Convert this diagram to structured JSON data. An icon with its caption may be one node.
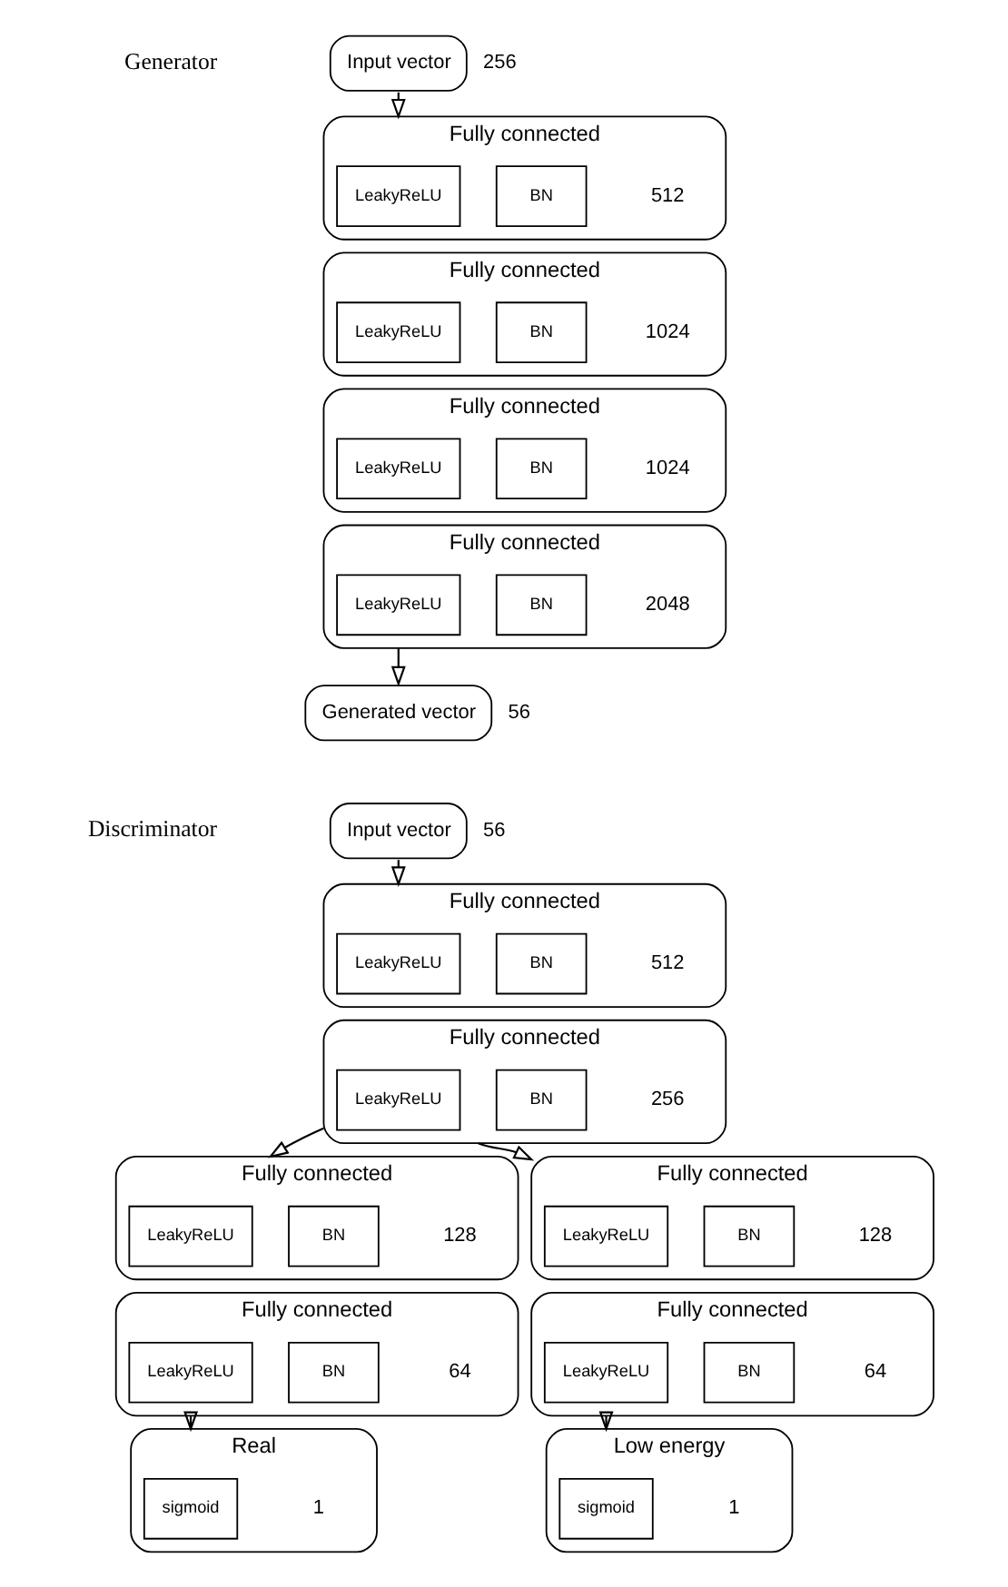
{
  "diagram": {
    "nodes": [
      {
        "text": [
          "Input vector"
        ],
        "beside": [
          "256"
        ]
      },
      {
        "text": [
          "Fully connected"
        ],
        "beside": [
          "512"
        ]
      },
      {
        "text": [
          "LeakyReLU"
        ],
        "in": 1
      },
      {
        "text": [
          "BN"
        ],
        "in": 1
      },
      {
        "text": [
          "Fully connected"
        ],
        "beside": [
          "1024"
        ]
      },
      {
        "text": [
          "LeakyReLU"
        ],
        "in": 4
      },
      {
        "text": [
          "BN"
        ],
        "in": 4
      },
      {
        "text": [
          "Fully connected"
        ],
        "beside": [
          "1024"
        ]
      },
      {
        "text": [
          "LeakyReLU"
        ],
        "in": 7
      },
      {
        "text": [
          "BN"
        ],
        "in": 7
      },
      {
        "text": [
          "Fully connected"
        ],
        "beside": [
          "2048"
        ]
      },
      {
        "text": [
          "LeakyReLU"
        ],
        "in": 10
      },
      {
        "text": [
          "BN"
        ],
        "in": 10
      },
      {
        "text": [
          "Generated vector"
        ],
        "beside": [
          "56"
        ]
      },
      {
        "text": [
          "Input vector"
        ],
        "beside": [
          "56"
        ]
      },
      {
        "text": [
          "Fully connected"
        ],
        "beside": [
          "512"
        ]
      },
      {
        "text": [
          "LeakyReLU"
        ],
        "in": 15
      },
      {
        "text": [
          "BN"
        ],
        "in": 15
      },
      {
        "text": [
          "Fully connected"
        ],
        "beside": [
          "256"
        ]
      },
      {
        "text": [
          "LeakyReLU"
        ],
        "in": 18
      },
      {
        "text": [
          "BN"
        ],
        "in": 18
      },
      {
        "text": [
          "Fully connected"
        ],
        "beside": [
          "128"
        ]
      },
      {
        "text": [
          "LeakyReLU"
        ],
        "in": 21
      },
      {
        "text": [
          "BN"
        ],
        "in": 21
      },
      {
        "text": [
          "Fully connected"
        ],
        "beside": [
          "128"
        ]
      },
      {
        "text": [
          "LeakyReLU"
        ],
        "in": 24
      },
      {
        "text": [
          "BN"
        ],
        "in": 24
      },
      {
        "text": [
          "Fully connected"
        ],
        "beside": [
          "64"
        ]
      },
      {
        "text": [
          "LeakyReLU"
        ],
        "in": 27
      },
      {
        "text": [
          "BN"
        ],
        "in": 27
      },
      {
        "text": [
          "Fully connected"
        ],
        "beside": [
          "64"
        ]
      },
      {
        "text": [
          "LeakyReLU"
        ],
        "in": 30
      },
      {
        "text": [
          "BN"
        ],
        "in": 30
      },
      {
        "text": [
          "Real"
        ],
        "beside": [
          "1"
        ]
      },
      {
        "text": [
          "sigmoid"
        ],
        "in": 33
      },
      {
        "text": [
          "Low energy"
        ],
        "beside": [
          "1"
        ]
      },
      {
        "text": [
          "sigmoid"
        ],
        "in": 35
      }
    ],
    "edges": [
      {
        "from": 0,
        "to": 1,
        "arrow": "to"
      },
      {
        "from": 10,
        "to": 13,
        "arrow": "to"
      },
      {
        "from": 14,
        "to": 15,
        "arrow": "to"
      },
      {
        "from": 18,
        "to": 21,
        "arrow": "to"
      },
      {
        "from": 18,
        "to": 24,
        "arrow": "to"
      },
      {
        "from": 27,
        "to": 33,
        "arrow": "to"
      },
      {
        "from": 30,
        "to": 35,
        "arrow": "to"
      }
    ],
    "labels": [
      "Generator",
      "Discriminator"
    ]
  }
}
